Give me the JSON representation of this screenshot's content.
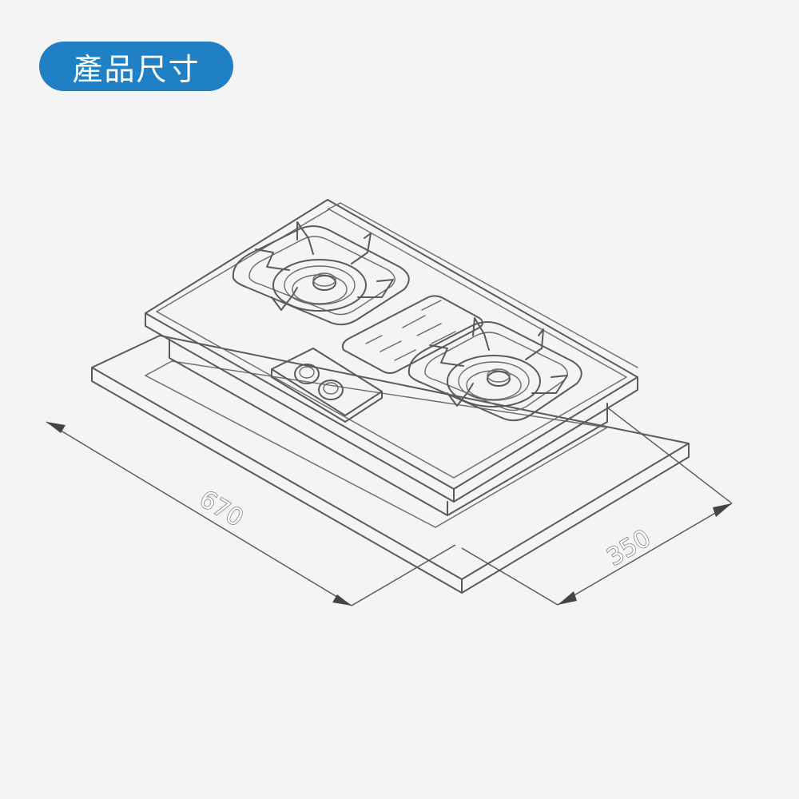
{
  "title": "產品尺寸",
  "dimensions": {
    "width_label": "670",
    "depth_label": "350"
  },
  "colors": {
    "pill": "#1f80c6",
    "pill_text": "#ffffff",
    "line": "#5a5a5a",
    "background": "#f4f4f4"
  },
  "icons": {
    "product": "gas-stove-outline-drawing"
  }
}
